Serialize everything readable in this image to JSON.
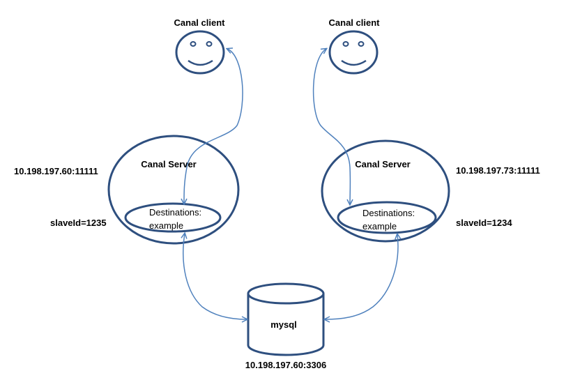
{
  "colors": {
    "shape_stroke": "#2e4f7f",
    "arrow_stroke": "#4f81bd",
    "text": "#000000",
    "background": "#ffffff"
  },
  "clients": {
    "left": {
      "label": "Canal client"
    },
    "right": {
      "label": "Canal client"
    }
  },
  "servers": {
    "left": {
      "label": "Canal Server",
      "address": "10.198.197.60:11111",
      "slave_id": "slaveId=1235",
      "destination_line1": "Destinations:",
      "destination_line2": "example"
    },
    "right": {
      "label": "Canal Server",
      "address": "10.198.197.73:11111",
      "slave_id": "slaveId=1234",
      "destination_line1": "Destinations:",
      "destination_line2": "example"
    }
  },
  "database": {
    "label": "mysql",
    "address": "10.198.197.60:3306"
  }
}
